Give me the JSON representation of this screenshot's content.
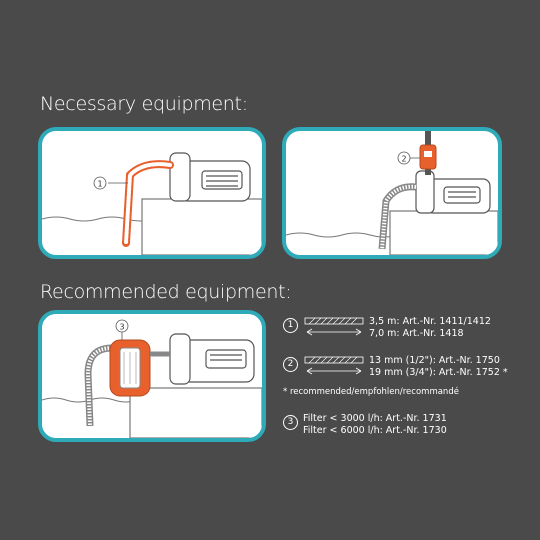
{
  "headings": {
    "necessary": "Necessary equipment:",
    "recommended": "Recommended equipment:"
  },
  "callouts": {
    "panel1": "1",
    "panel2": "2",
    "panel3": "3"
  },
  "legend": [
    {
      "num": "1",
      "graphic": "hose-with-arrow-icon",
      "lines": [
        "3,5 m: Art.-Nr. 1411/1412",
        "7,0 m: Art.-Nr. 1418"
      ]
    },
    {
      "num": "2",
      "graphic": "hose-with-arrow-icon",
      "lines": [
        "13 mm (1/2\"): Art.-Nr. 1750",
        "19 mm (3/4\"): Art.-Nr. 1752 *"
      ]
    },
    {
      "num": "3",
      "graphic": "none",
      "lines": [
        "Filter < 3000 l/h: Art.-Nr. 1731",
        "Filter < 6000 l/h: Art.-Nr. 1730"
      ]
    }
  ],
  "note": "* recommended/empfohlen/recommandé",
  "colors": {
    "background": "#4a4a4a",
    "panel_border": "#2eaab8",
    "accent_orange": "#e8602c"
  }
}
